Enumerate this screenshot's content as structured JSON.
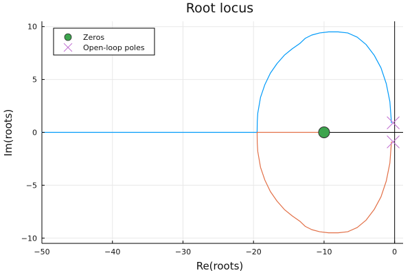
{
  "chart_data": {
    "type": "line",
    "title": "Root locus",
    "xlabel": "Re(roots)",
    "ylabel": "Im(roots)",
    "xlim": [
      -50,
      1.2
    ],
    "ylim": [
      -10.5,
      10.5
    ],
    "xticks": [
      -50,
      -40,
      -30,
      -20,
      -10,
      0
    ],
    "xtick_labels": [
      "−50",
      "−40",
      "−30",
      "−20",
      "−10",
      "0"
    ],
    "yticks": [
      -10,
      -5,
      0,
      5,
      10
    ],
    "ytick_labels": [
      "−10",
      "−5",
      "0",
      "5",
      "10"
    ],
    "grid": true,
    "legend_position": "top-left",
    "colors": {
      "upper_branch": "#009af9",
      "lower_branch": "#e26f46",
      "zeros": "#3da44d",
      "poles": "#c271d2",
      "axis_lines": "#000000",
      "grid": "#e8e8e8"
    },
    "legend": [
      {
        "label": "Zeros",
        "marker": "circle"
      },
      {
        "label": "Open-loop poles",
        "marker": "x"
      }
    ],
    "series": [
      {
        "type": "line",
        "branch": "upper",
        "x": [
          -0.45,
          -0.67,
          -1.18,
          -1.93,
          -2.9,
          -4.04,
          -5.3,
          -6.64,
          -8.01,
          -9.36,
          -10.63,
          -11.75,
          -12.65,
          -13.44,
          -14.52,
          -15.62,
          -16.67,
          -17.61,
          -18.4,
          -19.01,
          -19.4,
          -19.47,
          -19.49,
          -20.3,
          -25,
          -30,
          -35,
          -40,
          -45,
          -50
        ],
        "y": [
          0.9,
          2.9,
          4.6,
          6.1,
          7.3,
          8.3,
          9.0,
          9.4,
          9.5,
          9.5,
          9.4,
          9.2,
          8.9,
          8.4,
          7.9,
          7.3,
          6.5,
          5.6,
          4.5,
          3.3,
          1.8,
          1.0,
          0.0,
          0,
          0,
          0,
          0,
          0,
          0,
          0
        ]
      },
      {
        "type": "line",
        "branch": "lower",
        "x": [
          -0.45,
          -0.67,
          -1.18,
          -1.93,
          -2.9,
          -4.04,
          -5.3,
          -6.64,
          -8.01,
          -9.36,
          -10.63,
          -11.75,
          -12.65,
          -13.44,
          -14.52,
          -15.62,
          -16.67,
          -17.61,
          -18.4,
          -19.01,
          -19.4,
          -19.47,
          -19.49,
          -15,
          -12,
          -10
        ],
        "y": [
          -0.9,
          -2.9,
          -4.6,
          -6.1,
          -7.3,
          -8.3,
          -9.0,
          -9.4,
          -9.5,
          -9.5,
          -9.4,
          -9.2,
          -8.9,
          -8.4,
          -7.9,
          -7.3,
          -6.5,
          -5.6,
          -4.5,
          -3.3,
          -1.8,
          -1.0,
          0.0,
          0,
          0,
          0
        ]
      }
    ],
    "zeros": [
      {
        "x": -10,
        "y": 0
      }
    ],
    "poles": [
      {
        "x": -0.2,
        "y": 0.9
      },
      {
        "x": -0.2,
        "y": -0.9
      }
    ]
  }
}
